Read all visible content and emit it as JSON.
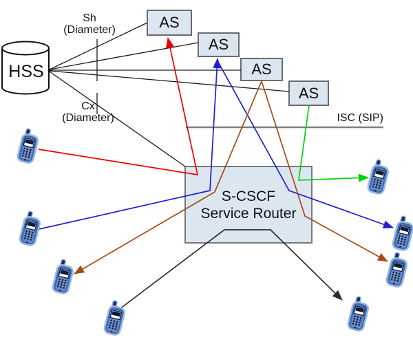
{
  "diagram": {
    "type": "network-architecture",
    "nodes": {
      "hss": {
        "label": "HSS"
      },
      "as_servers": [
        {
          "label": "AS"
        },
        {
          "label": "AS"
        },
        {
          "label": "AS"
        },
        {
          "label": "AS"
        }
      ],
      "scscf": {
        "line1": "S-CSCF",
        "line2": "Service Router"
      }
    },
    "interfaces": {
      "sh": {
        "name": "Sh",
        "protocol": "(Diameter)"
      },
      "cx": {
        "name": "Cx",
        "protocol": "(Diameter)"
      },
      "isc": {
        "label": "ISC (SIP)"
      }
    },
    "phone_count": 8,
    "flows": [
      {
        "color": "red",
        "path": "phone-top-left through S-CSCF to AS-1, arrow at AS-1"
      },
      {
        "color": "blue",
        "path": "phone-mid-left through S-CSCF to AS-2, arrow at AS-2"
      },
      {
        "color": "blue",
        "path": "AS-2 through S-CSCF to phone-mid-right, arrow at phone"
      },
      {
        "color": "brown",
        "path": "AS-3 through S-CSCF to phone-bottom-left, arrow at phone"
      },
      {
        "color": "brown",
        "path": "AS-3 through S-CSCF to phone-lower-right, arrow at phone"
      },
      {
        "color": "green",
        "path": "AS-4 through S-CSCF to phone-top-right, arrow at phone"
      },
      {
        "color": "black",
        "path": "phone-bottom-center through S-CSCF to phone-bottom-right, arrow at phone"
      }
    ],
    "colors": {
      "flow_red": "#ee0000",
      "flow_blue": "#1f1fd1",
      "flow_green": "#00d400",
      "flow_brown": "#a84a15",
      "flow_black": "#2a2a2a",
      "link_black": "#1a1a1a",
      "isc_gray": "#7f7f7f",
      "box_fill": "#dce6f1",
      "box_border": "#6b6b6b"
    }
  }
}
